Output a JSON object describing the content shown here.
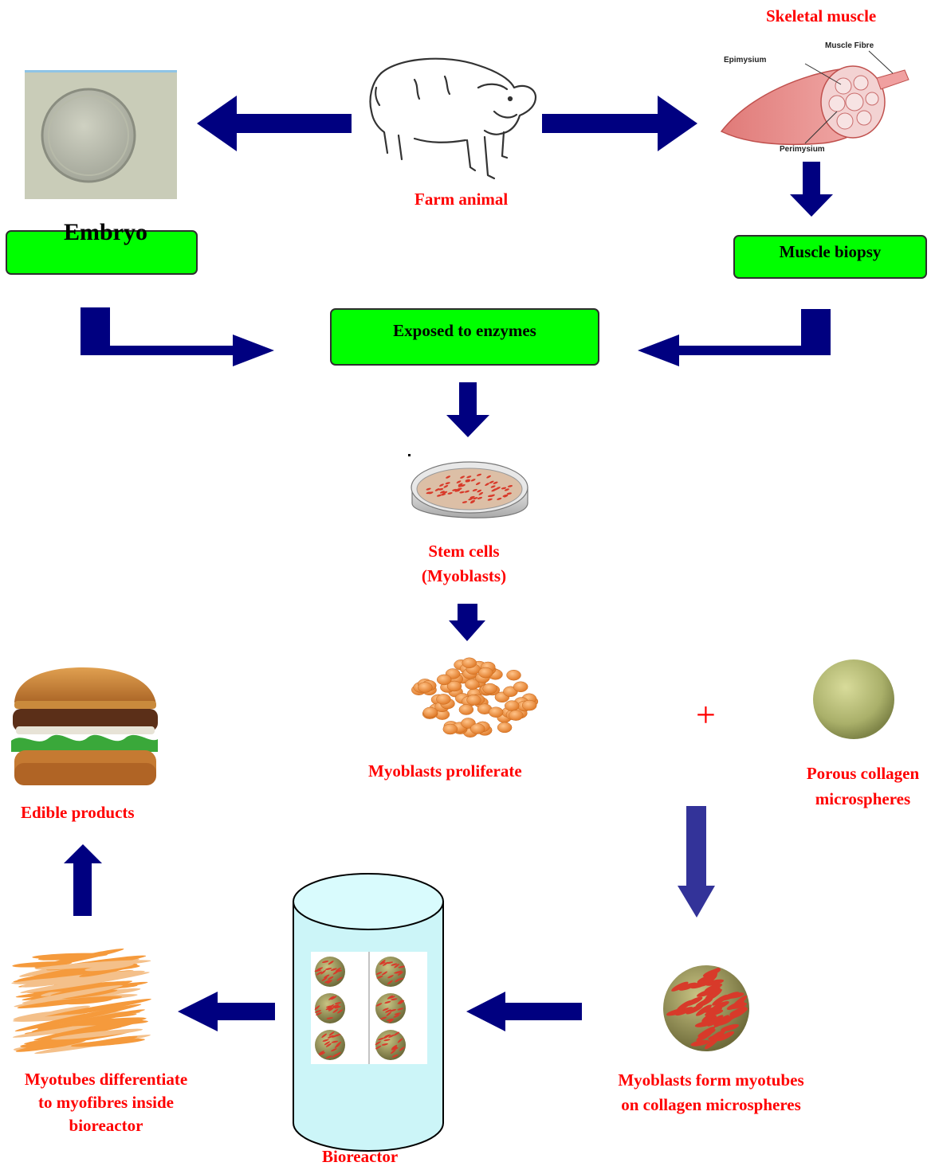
{
  "colors": {
    "arrow": "#000080",
    "label": "#ff0000",
    "box_fill": "#00ff00",
    "box_border": "#2e2e2e"
  },
  "nodes": {
    "skeletal_muscle": "Skeletal muscle",
    "muscle_labels": {
      "fibre": "Muscle Fibre",
      "epimysium": "Epimysium",
      "perimysium": "Perimysium"
    },
    "farm_animal": "Farm animal",
    "embryo": "Embryo",
    "muscle_biopsy": "Muscle biopsy",
    "exposed_to_enzymes": "Exposed to enzymes",
    "stem_cells_line1": "Stem cells",
    "stem_cells_line2": "(Myoblasts)",
    "myoblasts_proliferate": "Myoblasts proliferate",
    "plus": "+",
    "porous_line1": "Porous collagen",
    "porous_line2": "microspheres",
    "edible_products": "Edible products",
    "myotubes_line1": "Myotubes differentiate",
    "myotubes_line2": "to myofibres inside",
    "myotubes_line3": "bioreactor",
    "bioreactor": "Bioreactor",
    "form_line1": "Myoblasts form myotubes",
    "form_line2": "on collagen microspheres"
  },
  "icons": [
    "embryo-image",
    "sheep-drawing",
    "muscle-diagram",
    "petri-dish",
    "cell-cluster",
    "collagen-sphere",
    "burger-image",
    "myofibre-bundle",
    "bioreactor-cylinder",
    "seeded-microsphere"
  ]
}
